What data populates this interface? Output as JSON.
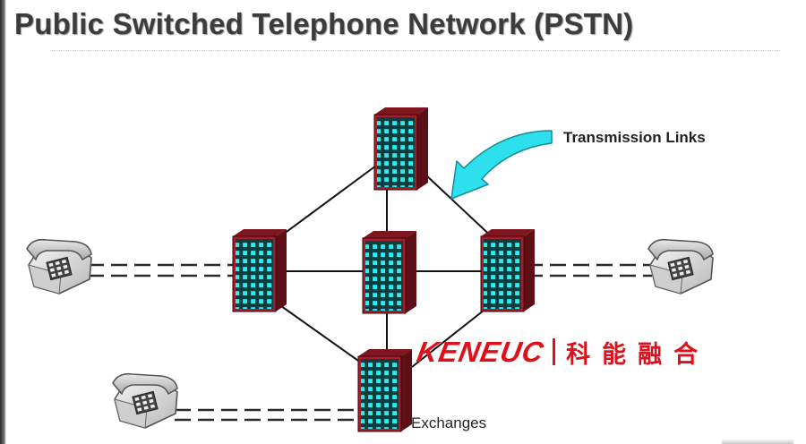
{
  "slide": {
    "title": "Public Switched Telephone Network (PSTN)"
  },
  "labels": {
    "transmission_links": "Transmission Links",
    "exchanges": "Exchanges"
  },
  "watermark": {
    "latin": "KENEUC",
    "cjk": "科能融合"
  },
  "colors": {
    "exchange_front": "#a51e2a",
    "exchange_side": "#5e0f16",
    "exchange_window": "#29eef0",
    "arrow": "#2ee0ee",
    "link": "#111111",
    "brand": "#e0101a"
  },
  "icons": {
    "exchange": "building-icon",
    "telephone": "telephone-icon",
    "arrow": "curved-arrow-icon"
  }
}
